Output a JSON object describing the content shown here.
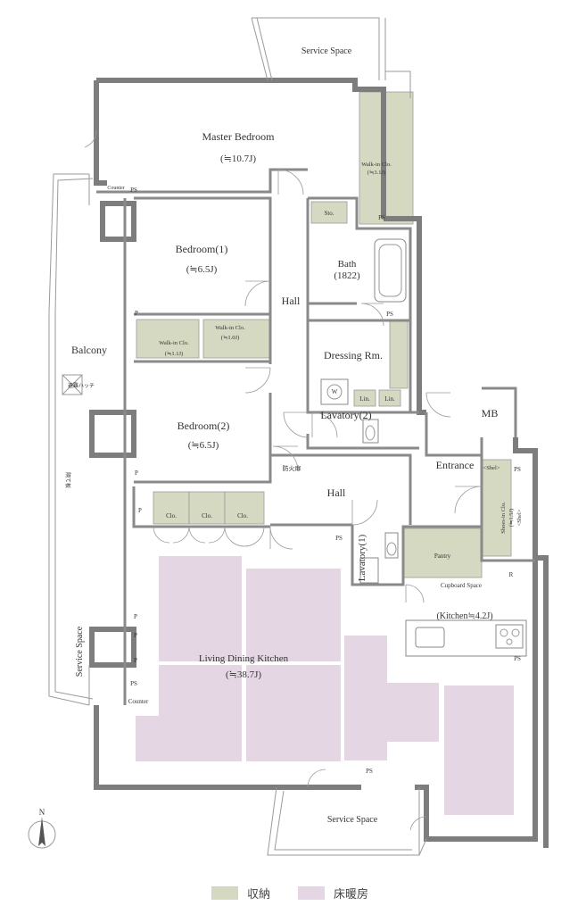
{
  "colors": {
    "storage": "#d5d9c2",
    "floor_heating": "#e4d6e2",
    "wall": "#7d7d7d",
    "fixture": "#ffffff"
  },
  "rooms": {
    "service_space_top": "Service Space",
    "master_bedroom": "Master Bedroom",
    "master_bedroom_size": "(≒10.7J)",
    "walkin_master": "Walk-in Clo.",
    "walkin_master_size": "(≒3.1J)",
    "sto": "Sto.",
    "ps_labels": [
      "PS",
      "PS",
      "PS",
      "PS",
      "PS",
      "PS",
      "PS",
      "PS"
    ],
    "counter_top": "Counter",
    "counter_bottom": "Counter",
    "bedroom1": "Bedroom(1)",
    "bedroom1_size": "(≒6.5J)",
    "bedroom2": "Bedroom(2)",
    "bedroom2_size": "(≒6.5J)",
    "walkin_a": "Walk-in Clo.",
    "walkin_a_size": "(≒1.1J)",
    "walkin_b": "Walk-in Clo.",
    "walkin_b_size": "(≒1.0J)",
    "bath": "Bath",
    "bath_size": "(1822)",
    "hall_upper": "Hall",
    "hall_lower": "Hall",
    "dressing": "Dressing Rm.",
    "w": "W",
    "lin1": "Lin.",
    "lin2": "Lin.",
    "lavatory2": "Lavatory(2)",
    "lavatory1": "Lavatory(1)",
    "mb": "MB",
    "entrance": "Entrance",
    "shel_top": "<Shel>",
    "shoes_in": "Shoes-in Clo.",
    "shoes_in_size": "(≒1.5J)",
    "shel_bottom": "<Shel>",
    "fire_door": "防火扉",
    "clo1": "Clo.",
    "clo2": "Clo.",
    "clo3": "Clo.",
    "p_labels": [
      "P",
      "P",
      "P",
      "P",
      "P",
      "P"
    ],
    "pantry": "Pantry",
    "cupboard": "Cupboard Space",
    "r": "R",
    "kitchen": "(Kitchen≒4.2J)",
    "ldk": "Living Dining Kitchen",
    "ldk_size": "(≒38.7J)",
    "balcony": "Balcony",
    "evac_hatch": "避難ハッチ",
    "partition": "隔て板",
    "service_space_left": "Service Space",
    "service_space_bottom": "Service Space",
    "north": "N"
  },
  "legend": {
    "storage": "収納",
    "floor_heating": "床暖房"
  }
}
